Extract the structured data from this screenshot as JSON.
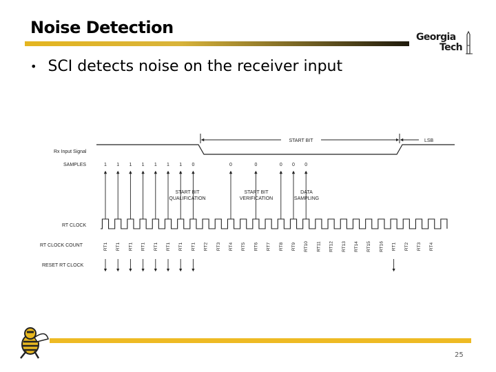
{
  "slide": {
    "title": "Noise Detection",
    "bullet": "SCI detects noise on the receiver input",
    "page_number": "25"
  },
  "logo": {
    "line1": "Georgia",
    "line2": "Tech"
  },
  "colors": {
    "gold": "#eeba24",
    "title_rule_dark": "#1f1a0c",
    "diagram_ink": "#222222"
  },
  "diagram": {
    "row_labels": {
      "rx_input": "Rx Input Signal",
      "samples": "SAMPLES",
      "rt_clock": "RT CLOCK",
      "rt_clock_count": "RT CLOCK COUNT",
      "reset_rt_clock": "RESET RT CLOCK"
    },
    "start_bit_label": "START BIT",
    "lsb_label": "LSB",
    "samples": [
      "1",
      "1",
      "1",
      "1",
      "1",
      "1",
      "1",
      "0",
      "0",
      "0",
      "0",
      "0",
      "0"
    ],
    "phase_labels": [
      {
        "line1": "START BIT",
        "line2": "QUALIFICATION"
      },
      {
        "line1": "START BIT",
        "line2": "VERIFICATION"
      },
      {
        "line1": "DATA",
        "line2": "SAMPLING"
      }
    ],
    "rt_counts": [
      "RT1",
      "RT1",
      "RT1",
      "RT1",
      "RT1",
      "RT1",
      "RT1",
      "RT1",
      "RT2",
      "RT3",
      "RT4",
      "RT5",
      "RT6",
      "RT7",
      "RT8",
      "RT9",
      "RT10",
      "RT11",
      "RT12",
      "RT13",
      "RT14",
      "RT15",
      "RT16",
      "RT1",
      "RT2",
      "RT3",
      "RT4"
    ]
  }
}
